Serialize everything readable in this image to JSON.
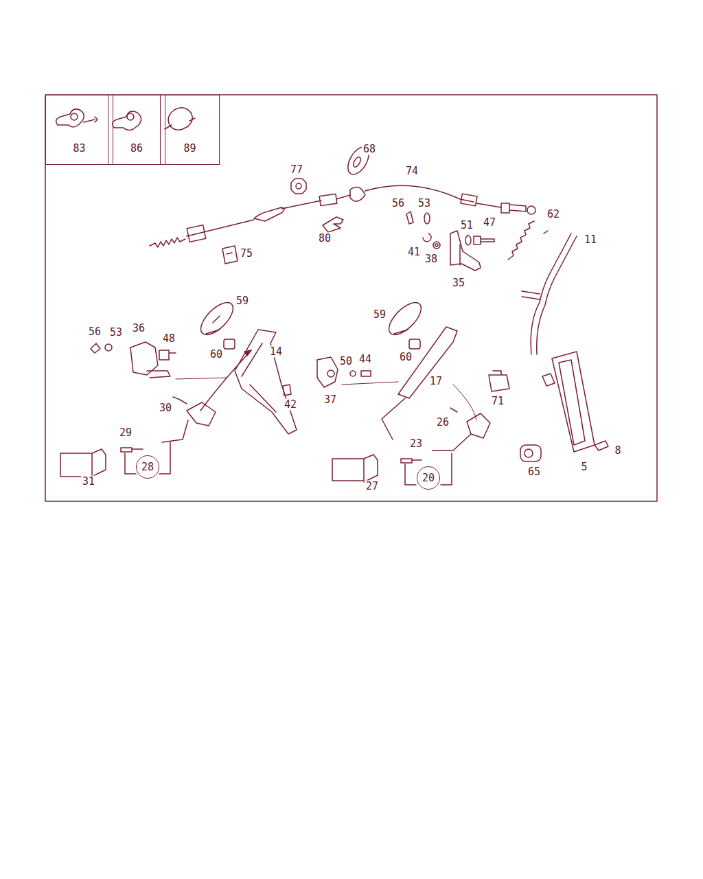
{
  "diagram": {
    "nodes": [
      {
        "text": [
          "83"
        ]
      },
      {
        "text": [
          "86"
        ]
      },
      {
        "text": [
          "89"
        ]
      },
      {
        "text": [
          "28"
        ]
      },
      {
        "text": [
          "20"
        ]
      }
    ],
    "labels": [
      "68",
      "77",
      "74",
      "56",
      "53",
      "51",
      "47",
      "62",
      "11",
      "80",
      "41",
      "38",
      "75",
      "35",
      "59",
      "59",
      "56",
      "53",
      "36",
      "48",
      "14",
      "60",
      "50",
      "44",
      "60",
      "17",
      "71",
      "37",
      "42",
      "30",
      "26",
      "29",
      "23",
      "8",
      "65",
      "5",
      "31",
      "27"
    ]
  }
}
